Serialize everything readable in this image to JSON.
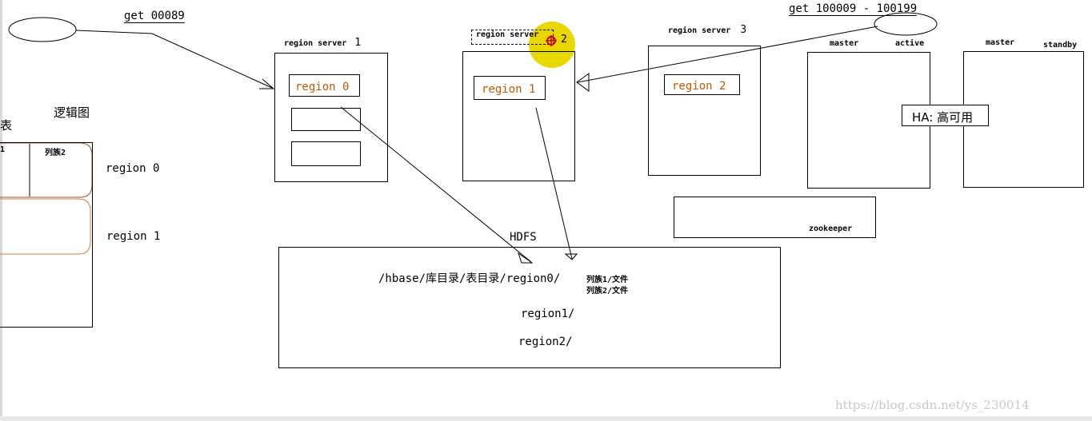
{
  "client_left": {
    "get_label": "get 00089"
  },
  "client_right": {
    "get_label": "get 100009 - 100199"
  },
  "logical_view": {
    "title": "逻辑图",
    "table_fragment": "表",
    "column_family_1_fragment": "1",
    "column_family_2": "列族2",
    "region0_label": "region 0",
    "region1_label": "region 1"
  },
  "region_servers": [
    {
      "title": "region server",
      "number": "1",
      "region_label": "region 0"
    },
    {
      "title": "region server",
      "number": "2",
      "region_label": "region 1"
    },
    {
      "title": "region server",
      "number": "3",
      "region_label": "region 2"
    }
  ],
  "masters": {
    "active_title": "master",
    "active_status": "active",
    "standby_title": "master",
    "standby_status": "standby",
    "ha_label": "HA: 高可用"
  },
  "zookeeper": {
    "label": "zookeeper"
  },
  "hdfs": {
    "title": "HDFS",
    "path_line": "/hbase/库目录/表目录/region0/",
    "cf1_file": "列族1/文件",
    "cf2_file": "列族2/文件",
    "region1_dir": "region1/",
    "region2_dir": "region2/"
  },
  "watermark": "https://blog.csdn.net/ys_230014",
  "colors": {
    "region_text": "#c05a00",
    "logical_region_border": "#a0522d",
    "cursor_halo": "#e8d800",
    "cursor_mark": "#cc0000"
  }
}
